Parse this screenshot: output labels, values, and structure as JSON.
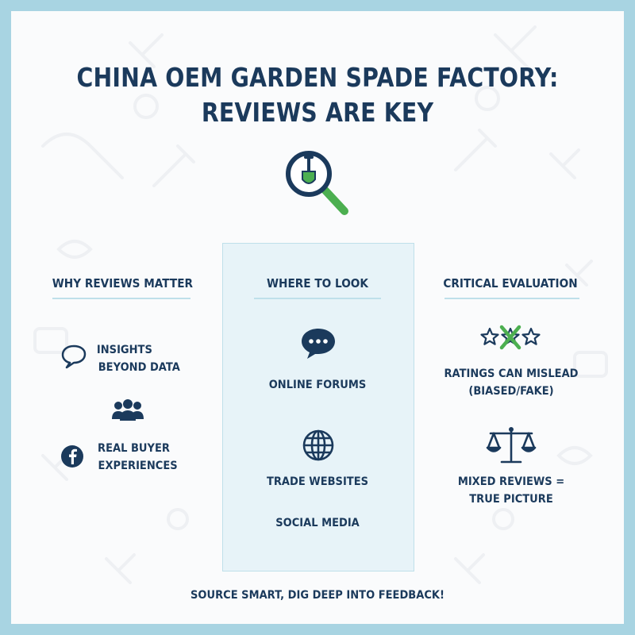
{
  "title": {
    "line1": "CHINA OEM GARDEN SPADE FACTORY:",
    "line2": "REVIEWS ARE KEY"
  },
  "colors": {
    "navy": "#1b3a5c",
    "green": "#4caf50",
    "border": "#a8d4e2",
    "panel": "#e7f3f8"
  },
  "columns": {
    "left": {
      "heading": "WHY REVIEWS MATTER",
      "items": [
        {
          "icon": "speech-bubble-icon",
          "line1": "INSIGHTS",
          "line2": "BEYOND DATA"
        },
        {
          "icon": "people-group-icon"
        },
        {
          "icon": "facebook-icon",
          "line1": "REAL BUYER",
          "line2": "EXPERIENCES"
        }
      ]
    },
    "middle": {
      "heading": "WHERE TO LOOK",
      "items": [
        {
          "icon": "chat-dots-icon",
          "label": "ONLINE FORUMS"
        },
        {
          "icon": "globe-icon",
          "label": "TRADE WEBSITES"
        },
        {
          "label": "SOCIAL MEDIA"
        }
      ]
    },
    "right": {
      "heading": "CRITICAL EVALUATION",
      "items": [
        {
          "icon": "crossed-stars-icon",
          "line1": "RATINGS CAN MISLEAD",
          "line2": "(BIASED/FAKE)"
        },
        {
          "icon": "balance-scale-icon",
          "line1": "MIXED REVIEWS =",
          "line2": "TRUE PICTURE"
        }
      ]
    }
  },
  "footer": "SOURCE SMART, DIG DEEP INTO FEEDBACK!"
}
